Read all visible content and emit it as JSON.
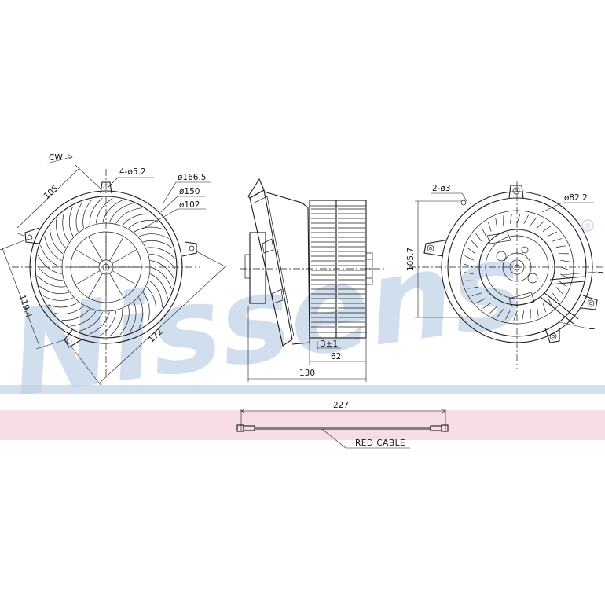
{
  "watermark": {
    "brand": "Nissens",
    "registered": "®"
  },
  "band_colors": {
    "blue": "#d3deee",
    "pink": "#f5dde3"
  },
  "front_view": {
    "rotation": "CW",
    "width_top": "105",
    "holes": "4-ø5.2",
    "dia_outer": "ø166.5",
    "dia_mid": "ø150",
    "dia_inner": "ø102",
    "height": "119.4",
    "diagonal": "172"
  },
  "side_view": {
    "offset": "3±1",
    "wheel_width": "62",
    "overall_length": "130"
  },
  "rear_view": {
    "holes": "2-ø3",
    "dia_motor": "ø82.2",
    "height": "105.7",
    "minus": "−",
    "plus": "+"
  },
  "cable": {
    "length": "227",
    "label": "RED CABLE"
  }
}
